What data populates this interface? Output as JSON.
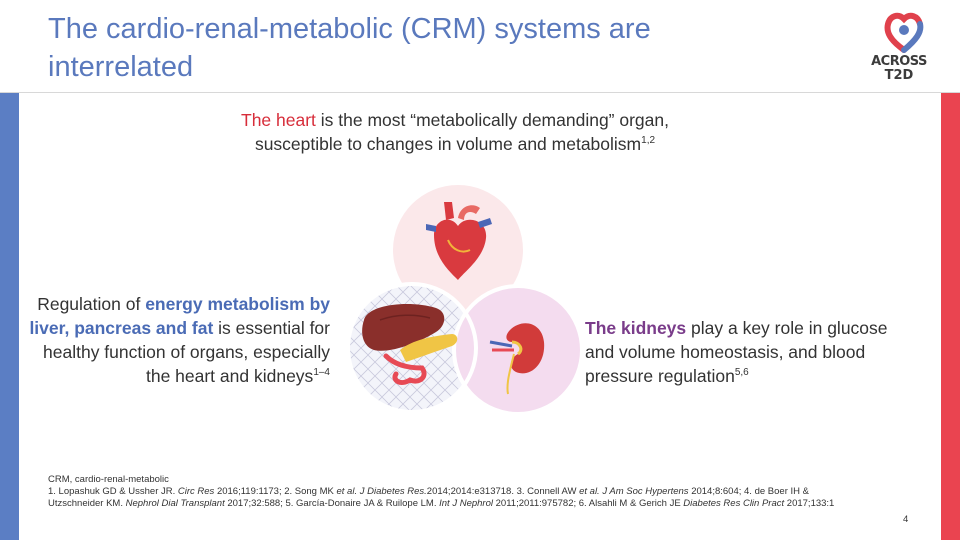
{
  "slide": {
    "title": "The cardio-renal-metabolic (CRM) systems are interrelated",
    "page_number": "4"
  },
  "logo": {
    "line1": "ACROSS",
    "line2": "T2D"
  },
  "heart_text": {
    "highlight": "The heart",
    "body": " is the most “metabolically demanding” organ, susceptible to changes in volume and metabolism",
    "sup": "1,2"
  },
  "liver_text": {
    "part1": "Regulation of ",
    "highlight": "energy metabolism by liver, pancreas and fat",
    "part2": " is essential for healthy function of organs, especially the heart and kidneys",
    "sup": "1–4"
  },
  "kidney_text": {
    "highlight": "The kidneys",
    "body": " play a key role in glucose and volume homeostasis, and blood pressure regulation",
    "sup": "5,6"
  },
  "footnote": {
    "abbrev": "CRM, cardio-renal-metabolic",
    "ref1a": "1. Lopashuk GD & Ussher JR. ",
    "ref1j": "Circ Res",
    "ref1b": " 2016;119:1173; 2. Song MK ",
    "ref2etal": "et al. J Diabetes Res.",
    "ref2b": "2014;2014:e313718. 3. Connell AW ",
    "ref3etal": "et al. J Am Soc Hypertens",
    "ref3b": " 2014;8:604; 4. de Boer IH & Utzschneider KM. ",
    "ref4j": "Nephrol Dial Transplant",
    "ref4b": " 2017;32:588; 5. García-Donaire JA & Ruilope LM. ",
    "ref5j": "Int J Nephrol",
    "ref5b": " 2011;2011:975782; 6. Alsahli M & Gerich JE ",
    "ref6j": "Diabetes Res Clin Pract",
    "ref6b": " 2017;133:1"
  },
  "colors": {
    "title_blue": "#5a79bd",
    "left_bar": "#5b7ec4",
    "right_bar": "#ea4450",
    "heart_red": "#d72d3a",
    "kidney_purple": "#7a3c8a",
    "liver_blue": "#4a6bb5"
  },
  "icons": [
    "heart-illustration",
    "liver-pancreas-illustration",
    "kidney-illustration",
    "across-t2d-logo-mark"
  ]
}
